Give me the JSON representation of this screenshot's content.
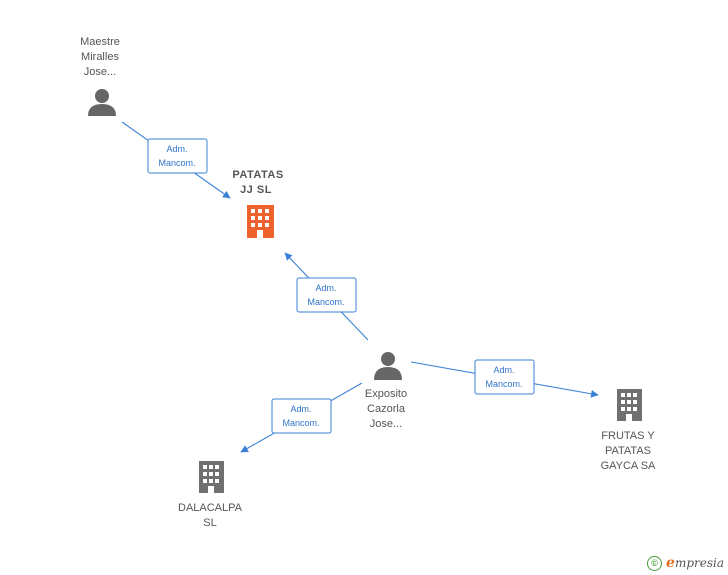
{
  "nodes": {
    "maestre": {
      "lines": [
        "Maestre",
        "Miralles",
        "Jose..."
      ],
      "kind": "person"
    },
    "patatas": {
      "lines": [
        "PATATAS",
        "JJ  SL"
      ],
      "kind": "company-main"
    },
    "exposito": {
      "lines": [
        "Exposito",
        "Cazorla",
        "Jose..."
      ],
      "kind": "person"
    },
    "dalacalpa": {
      "lines": [
        "DALACALPA",
        "SL"
      ],
      "kind": "company"
    },
    "frutas": {
      "lines": [
        "FRUTAS Y",
        "PATATAS",
        "GAYCA SA"
      ],
      "kind": "company"
    }
  },
  "edges": [
    {
      "id": "maestre-patatas",
      "label": [
        "Adm.",
        "Mancom."
      ]
    },
    {
      "id": "exposito-patatas",
      "label": [
        "Adm.",
        "Mancom."
      ]
    },
    {
      "id": "exposito-frutas",
      "label": [
        "Adm.",
        "Mancom."
      ]
    },
    {
      "id": "exposito-dalacalpa",
      "label": [
        "Adm.",
        "Mancom."
      ]
    }
  ],
  "colors": {
    "edge": "#3b82d6",
    "person": "#666666",
    "company": "#707070",
    "company_main": "#f0622d"
  },
  "footer": {
    "copyright": "©",
    "brand_initial": "e",
    "brand_rest": "mpresia"
  }
}
